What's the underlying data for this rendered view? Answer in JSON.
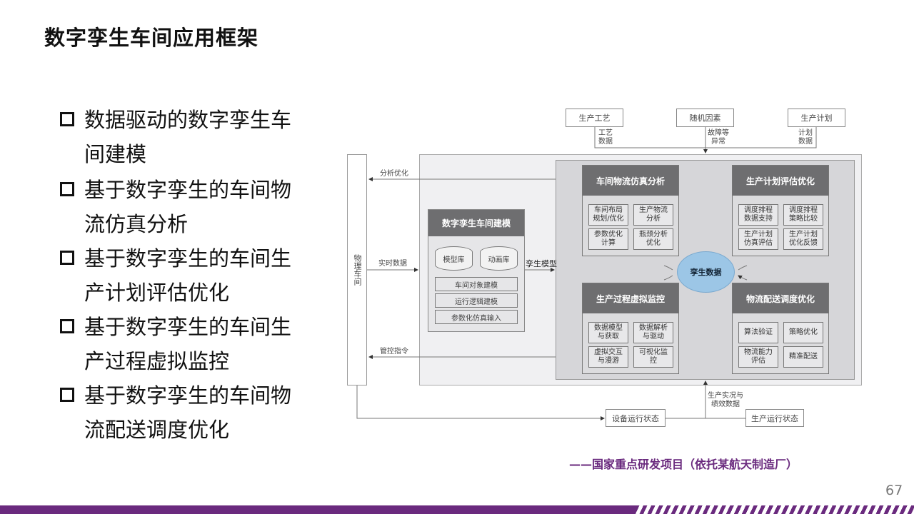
{
  "title": "数字孪生车间应用框架",
  "bullets": [
    {
      "line1": "数据驱动的数字孪生车",
      "line2": "间建模"
    },
    {
      "line1": "基于数字孪生的车间物",
      "line2": "流仿真分析"
    },
    {
      "line1": "基于数字孪生的车间生",
      "line2": "产计划评估优化"
    },
    {
      "line1": "基于数字孪生的车间生",
      "line2": "产过程虚拟监控"
    },
    {
      "line1": "基于数字孪生的车间物",
      "line2": "流配送调度优化"
    }
  ],
  "diagram": {
    "physical": "物理车间",
    "top_boxes": [
      "生产工艺",
      "随机因素",
      "生产计划"
    ],
    "top_labels": [
      "工艺数据",
      "故障等异常",
      "计划数据"
    ],
    "arrows": {
      "analysis": "分析优化",
      "realtime": "实时数据",
      "twin_model": "孪生模型",
      "control": "管控指令",
      "perf": "生产实况与绩效数据"
    },
    "modeling": {
      "title": "数字孪生车间建模",
      "dbs": [
        "模型库",
        "动画库"
      ],
      "items": [
        "车间对象建模",
        "运行逻辑建模",
        "参数化仿真输入"
      ]
    },
    "modules": [
      {
        "title": "车间物流仿真分析",
        "cells": [
          "车间布局规划/优化",
          "生产物流分析",
          "参数优化计算",
          "瓶颈分析优化"
        ]
      },
      {
        "title": "生产计划评估优化",
        "cells": [
          "调度排程数据支持",
          "调度排程策略比较",
          "生产计划仿真评估",
          "生产计划优化反馈"
        ]
      },
      {
        "title": "生产过程虚拟监控",
        "cells": [
          "数据模型与获取",
          "数据解析与驱动",
          "虚拟交互与漫游",
          "可视化监控"
        ]
      },
      {
        "title": "物流配送调度优化",
        "cells": [
          "算法验证",
          "策略优化",
          "物流能力评估",
          "精准配送"
        ]
      }
    ],
    "center": "孪生数据",
    "bottom_boxes": [
      "设备运行状态",
      "生产运行状态"
    ]
  },
  "source": "——国家重点研发项目（依托某航天制造厂）",
  "page_number": "67",
  "colors": {
    "accent": "#6a2a7e",
    "header": "#6e6e70",
    "ellipse": "#9cc6e6"
  }
}
